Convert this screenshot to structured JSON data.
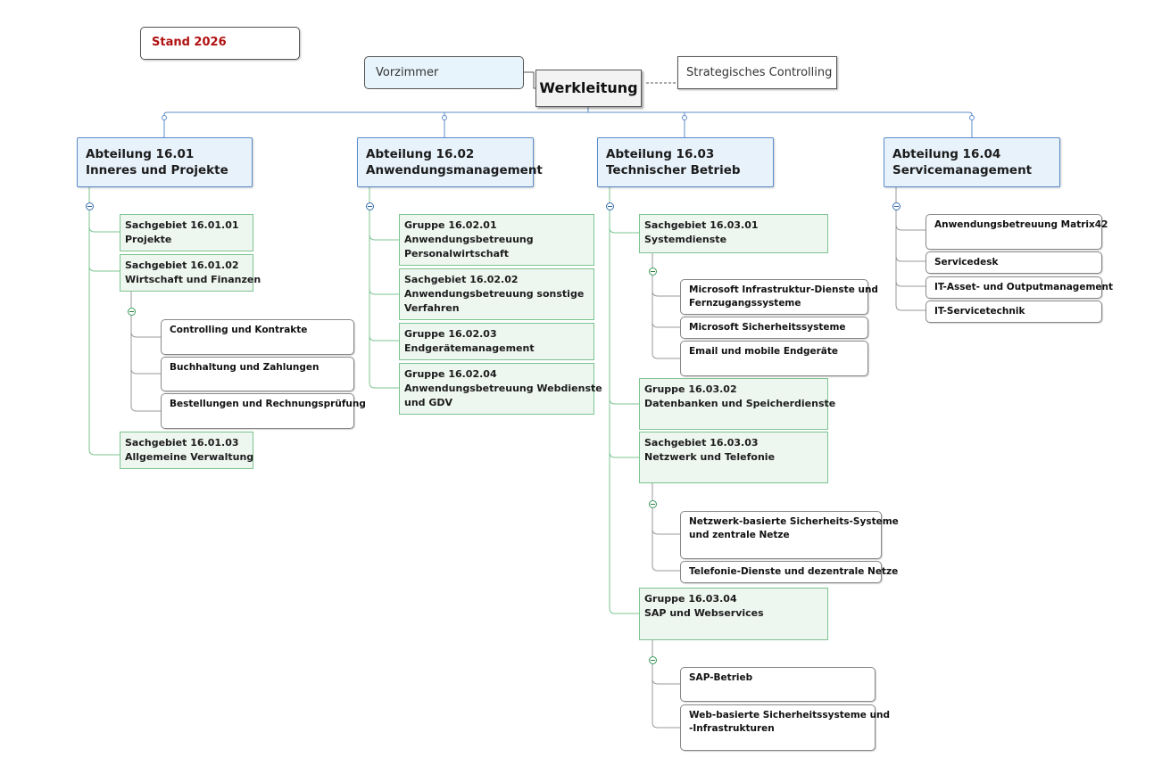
{
  "stand": "Stand 2026",
  "vorzimmer": "Vorzimmer",
  "werkleitung": "Werkleitung",
  "strategisches_controlling": "Strategisches Controlling",
  "colors": {
    "department_border": "#5b8cc9",
    "group_border": "#7cc490",
    "task_border": "#888888",
    "stand_text": "#b01010"
  },
  "departments": [
    {
      "line1": "Abteilung 16.01",
      "line2": "Inneres und Projekte",
      "units": [
        {
          "line1": "Sachgebiet 16.01.01",
          "line2": "Projekte"
        },
        {
          "line1": "Sachgebiet 16.01.02",
          "line2": "Wirtschaft und Finanzen",
          "tasks": [
            {
              "line1": "Controlling und Kontrakte"
            },
            {
              "line1": "Buchhaltung und Zahlungen"
            },
            {
              "line1": "Bestellungen und Rechnungsprüfung"
            }
          ]
        },
        {
          "line1": "Sachgebiet 16.01.03",
          "line2": "Allgemeine Verwaltung"
        }
      ]
    },
    {
      "line1": "Abteilung 16.02",
      "line2": "Anwendungsmanagement",
      "units": [
        {
          "line1": "Gruppe 16.02.01",
          "line2": "Anwendungsbetreuung",
          "line3": "Personalwirtschaft"
        },
        {
          "line1": "Sachgebiet 16.02.02",
          "line2": "Anwendungsbetreuung sonstige",
          "line3": "Verfahren"
        },
        {
          "line1": "Gruppe 16.02.03",
          "line2": "Endgerätemanagement"
        },
        {
          "line1": "Gruppe 16.02.04",
          "line2": "Anwendungsbetreuung Webdienste",
          "line3": "und GDV"
        }
      ]
    },
    {
      "line1": "Abteilung 16.03",
      "line2": "Technischer Betrieb",
      "units": [
        {
          "line1": "Sachgebiet 16.03.01",
          "line2": "Systemdienste",
          "tasks": [
            {
              "line1": "Microsoft Infrastruktur-Dienste und",
              "line2": "Fernzugangssysteme"
            },
            {
              "line1": "Microsoft Sicherheitssysteme"
            },
            {
              "line1": "Email und mobile Endgeräte"
            }
          ]
        },
        {
          "line1": "Gruppe 16.03.02",
          "line2": "Datenbanken und Speicherdienste"
        },
        {
          "line1": "Sachgebiet 16.03.03",
          "line2": "Netzwerk und Telefonie",
          "tasks": [
            {
              "line1": "Netzwerk-basierte Sicherheits-Systeme",
              "line2": "und zentrale Netze"
            },
            {
              "line1": "Telefonie-Dienste und dezentrale Netze"
            }
          ]
        },
        {
          "line1": "Gruppe 16.03.04",
          "line2": "SAP und Webservices",
          "tasks": [
            {
              "line1": "SAP-Betrieb"
            },
            {
              "line1": "Web-basierte Sicherheitssysteme und",
              "line2": "-Infrastrukturen"
            }
          ]
        }
      ]
    },
    {
      "line1": "Abteilung 16.04",
      "line2": "Servicemanagement",
      "tasks": [
        {
          "line1": "Anwendungsbetreuung Matrix42"
        },
        {
          "line1": "Servicedesk"
        },
        {
          "line1": "IT-Asset- und Outputmanagement"
        },
        {
          "line1": "IT-Servicetechnik"
        }
      ]
    }
  ]
}
